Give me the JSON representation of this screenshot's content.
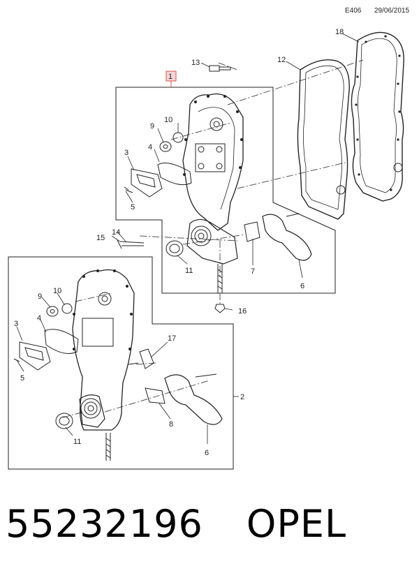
{
  "header": {
    "code": "E406",
    "date": "29/06/2015"
  },
  "callouts": {
    "c1": "1",
    "c2": "2",
    "c3a": "3",
    "c3b": "3",
    "c4a": "4",
    "c4b": "4",
    "c5a": "5",
    "c5b": "5",
    "c6a": "6",
    "c6b": "6",
    "c7": "7",
    "c8": "8",
    "c9a": "9",
    "c9b": "9",
    "c10a": "10",
    "c10b": "10",
    "c11a": "11",
    "c11b": "11",
    "c12": "12",
    "c13": "13",
    "c14": "14",
    "c15": "15",
    "c16": "16",
    "c17": "17",
    "c18": "18"
  },
  "footer": {
    "part_number": "55232196",
    "brand": "OPEL"
  },
  "colors": {
    "line": "#222222",
    "callout_box": "#d9534f",
    "callout_fill": "#f7d4d4"
  }
}
